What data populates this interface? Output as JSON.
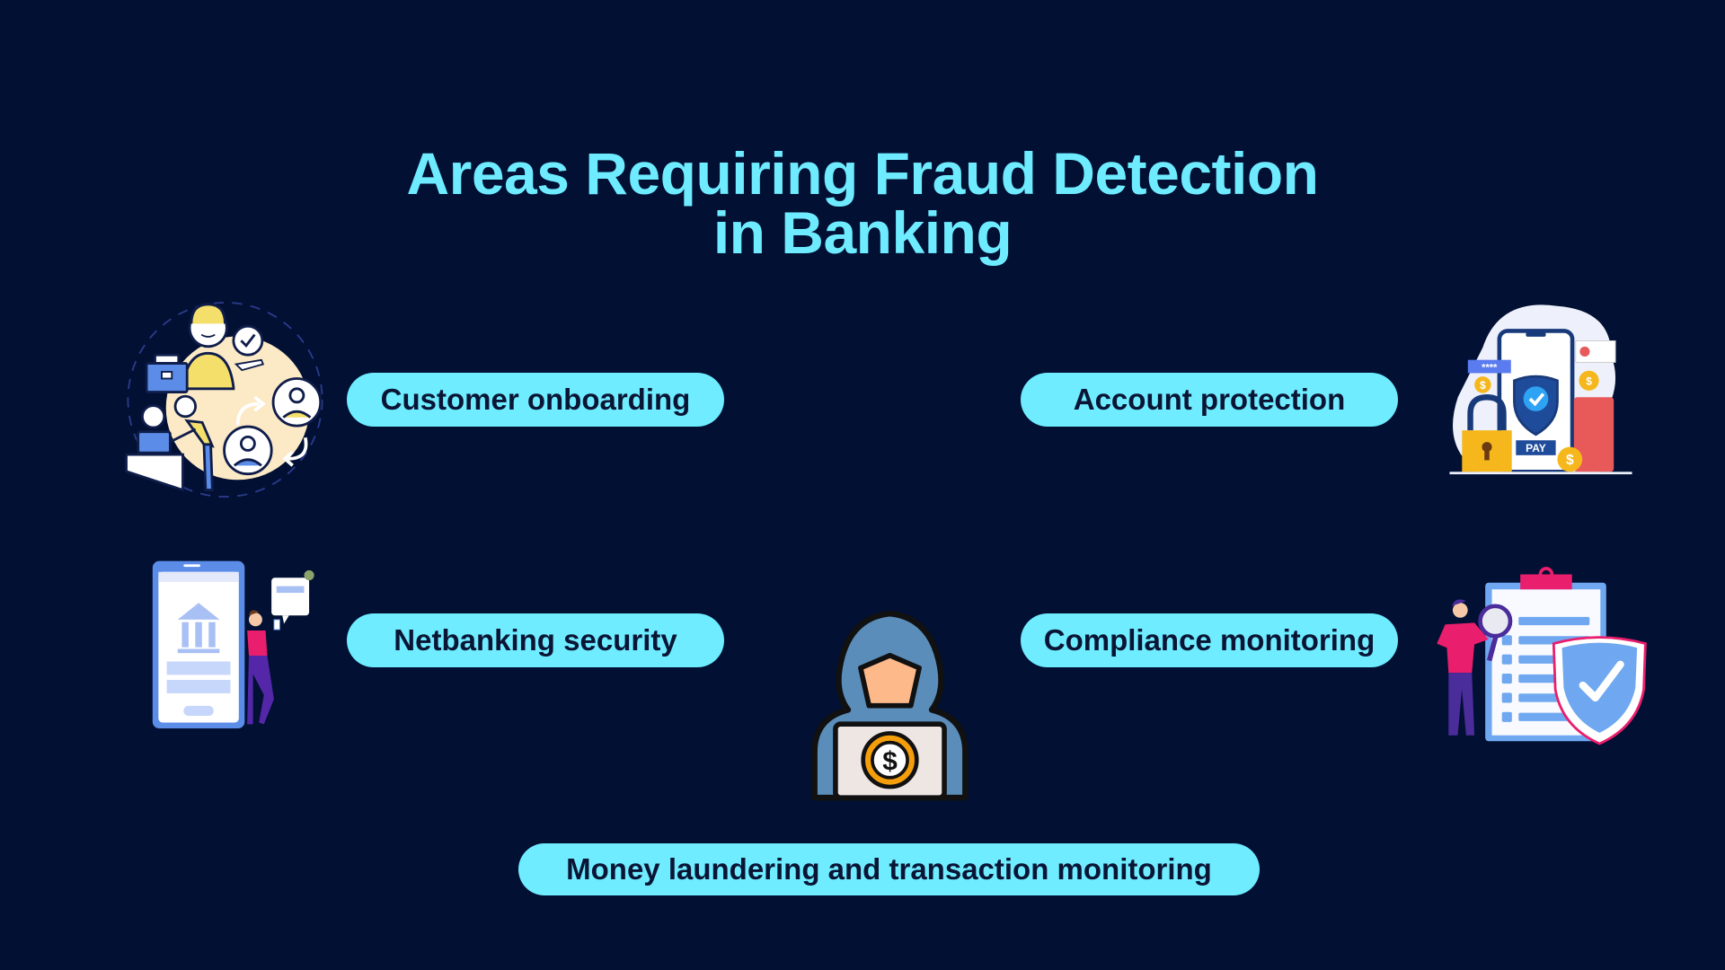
{
  "title": {
    "line1": "Areas Requiring Fraud Detection",
    "line2": "in Banking"
  },
  "areas": [
    {
      "id": "customer-onboarding",
      "label": "Customer onboarding",
      "icon": "onboarding-illustration"
    },
    {
      "id": "account-protection",
      "label": "Account protection",
      "icon": "account-protection-illustration"
    },
    {
      "id": "netbanking-security",
      "label": "Netbanking security",
      "icon": "netbanking-illustration"
    },
    {
      "id": "compliance-monitoring",
      "label": "Compliance monitoring",
      "icon": "compliance-illustration"
    },
    {
      "id": "money-laundering",
      "label": "Money laundering and transaction monitoring",
      "icon": "hacker-illustration"
    }
  ],
  "illustration_text": {
    "password_mask": "****",
    "pay_button": "PAY",
    "dollar": "$"
  },
  "colors": {
    "background": "#011033",
    "accent": "#6EEBFF",
    "pill_text": "#0A1535"
  }
}
